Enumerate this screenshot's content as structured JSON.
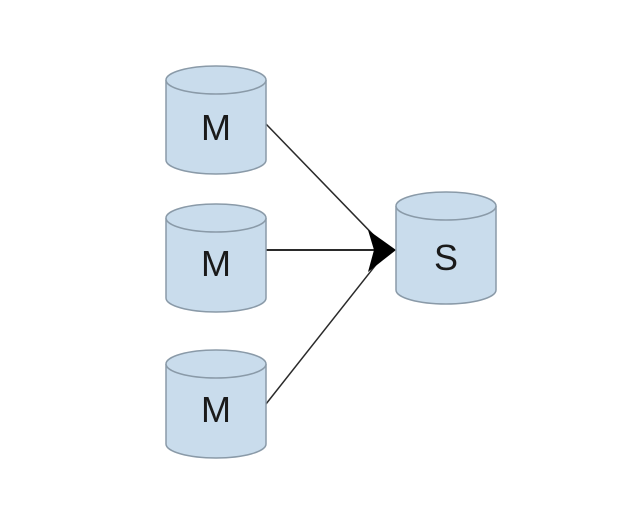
{
  "diagram": {
    "colors": {
      "cylinder_fill": "#c9dcec",
      "cylinder_stroke": "#8a9aa8",
      "edge": "#2a2a2a",
      "arrowhead": "#000000"
    },
    "nodes": [
      {
        "id": "master-1",
        "label": "M"
      },
      {
        "id": "master-2",
        "label": "M"
      },
      {
        "id": "master-3",
        "label": "M"
      },
      {
        "id": "slave",
        "label": "S"
      }
    ],
    "edges": [
      {
        "from": "master-1",
        "to": "slave"
      },
      {
        "from": "master-2",
        "to": "slave"
      },
      {
        "from": "master-3",
        "to": "slave"
      }
    ]
  }
}
